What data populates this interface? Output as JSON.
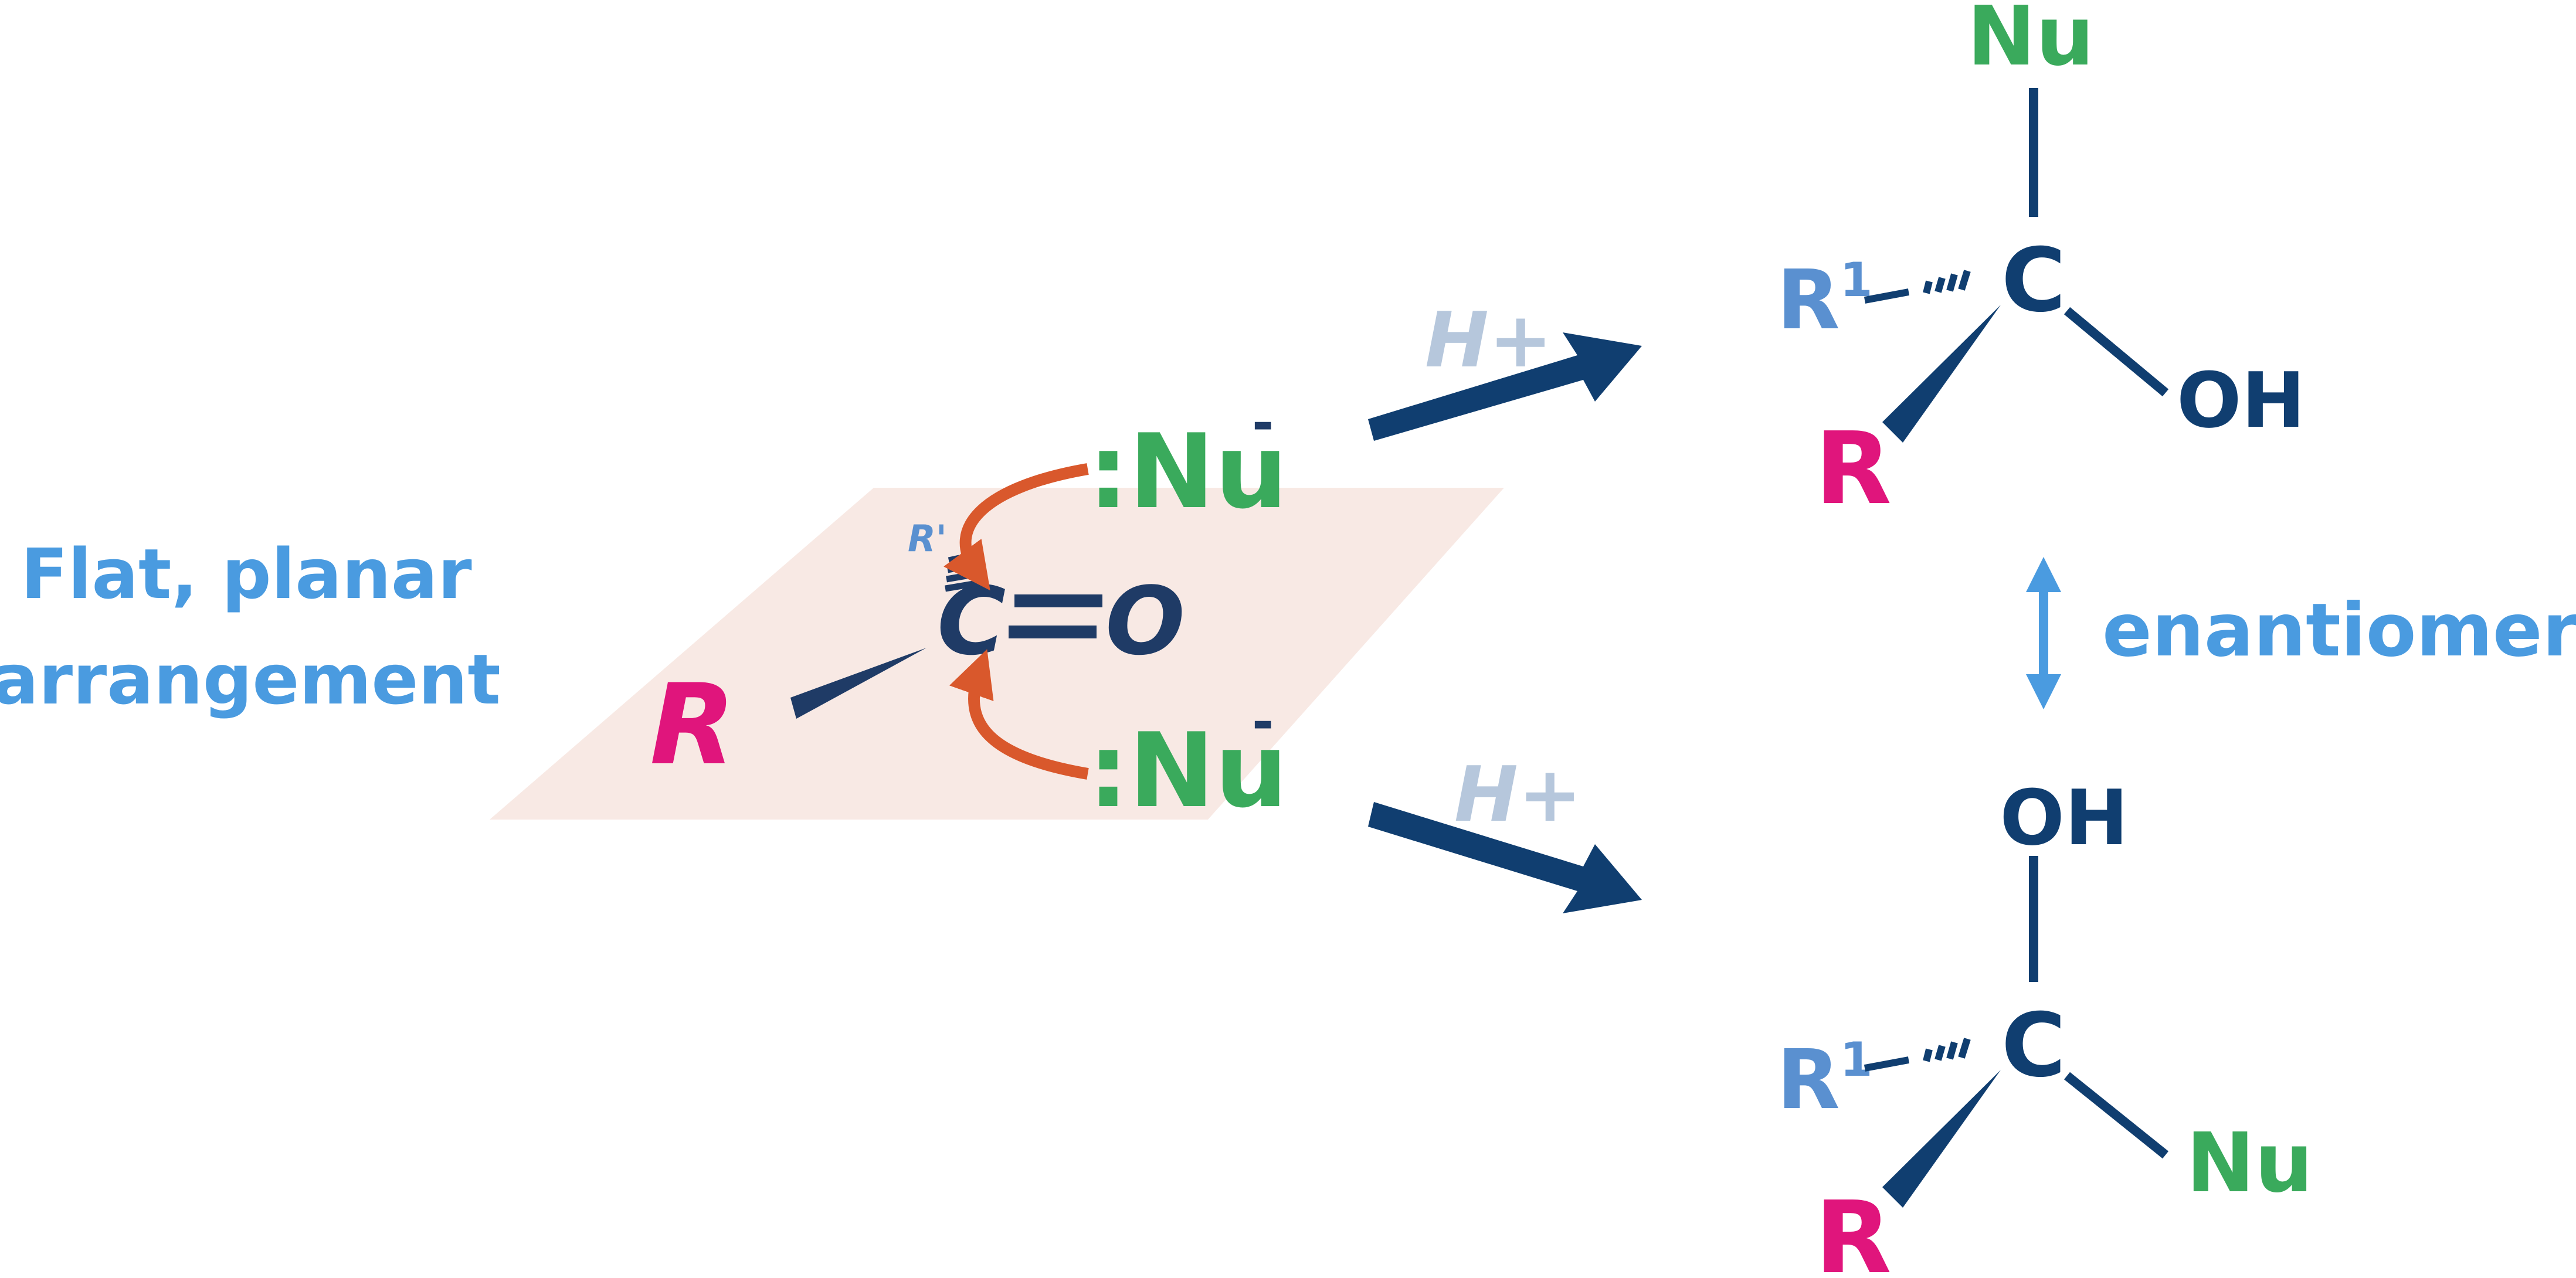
{
  "caption": {
    "line1": "Flat, planar",
    "line2": "arrangement"
  },
  "reactant": {
    "r": "R",
    "r_prime": "R'",
    "carbon": "C",
    "oxygen": "O",
    "nucleophile_top": {
      "colon": ":",
      "symbol": "Nu",
      "charge": "-"
    },
    "nucleophile_bottom": {
      "colon": ":",
      "symbol": "Nu",
      "charge": "-"
    }
  },
  "arrows": {
    "top_reagent": "H+",
    "bottom_reagent": "H+"
  },
  "product_top": {
    "top": "Nu",
    "center": "C",
    "left": "R",
    "left_sup": "1",
    "right": "OH",
    "bottom": "R"
  },
  "product_bottom": {
    "top": "OH",
    "center": "C",
    "left": "R",
    "left_sup": "1",
    "right": "Nu",
    "bottom": "R"
  },
  "relationship": "enantiomers",
  "colors": {
    "blue_text": "#4a9be0",
    "dark_navy": "#103e70",
    "green": "#3aaa5c",
    "magenta": "#e0157c",
    "orange": "#d9582c",
    "plane": "#f8e9e4",
    "grey_blue": "#b6c7dc",
    "r1_blue": "#5a90d0"
  }
}
